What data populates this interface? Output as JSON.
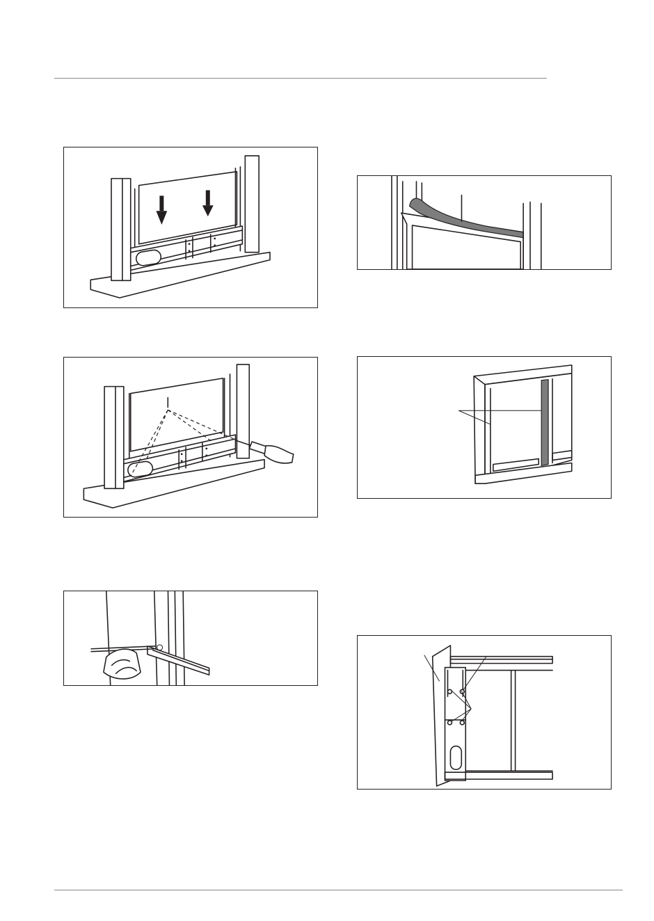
{
  "page": {
    "figures": [
      {
        "id": "fig-1",
        "icon": "window-kit-drop-in-icon"
      },
      {
        "id": "fig-2",
        "icon": "window-kit-screw-fix-icon"
      },
      {
        "id": "fig-3",
        "icon": "window-bracket-drill-icon"
      },
      {
        "id": "fig-4",
        "icon": "foam-seal-strip-icon"
      },
      {
        "id": "fig-5",
        "icon": "sliding-window-seal-icon"
      },
      {
        "id": "fig-6",
        "icon": "sliding-window-kit-mount-icon"
      }
    ]
  }
}
